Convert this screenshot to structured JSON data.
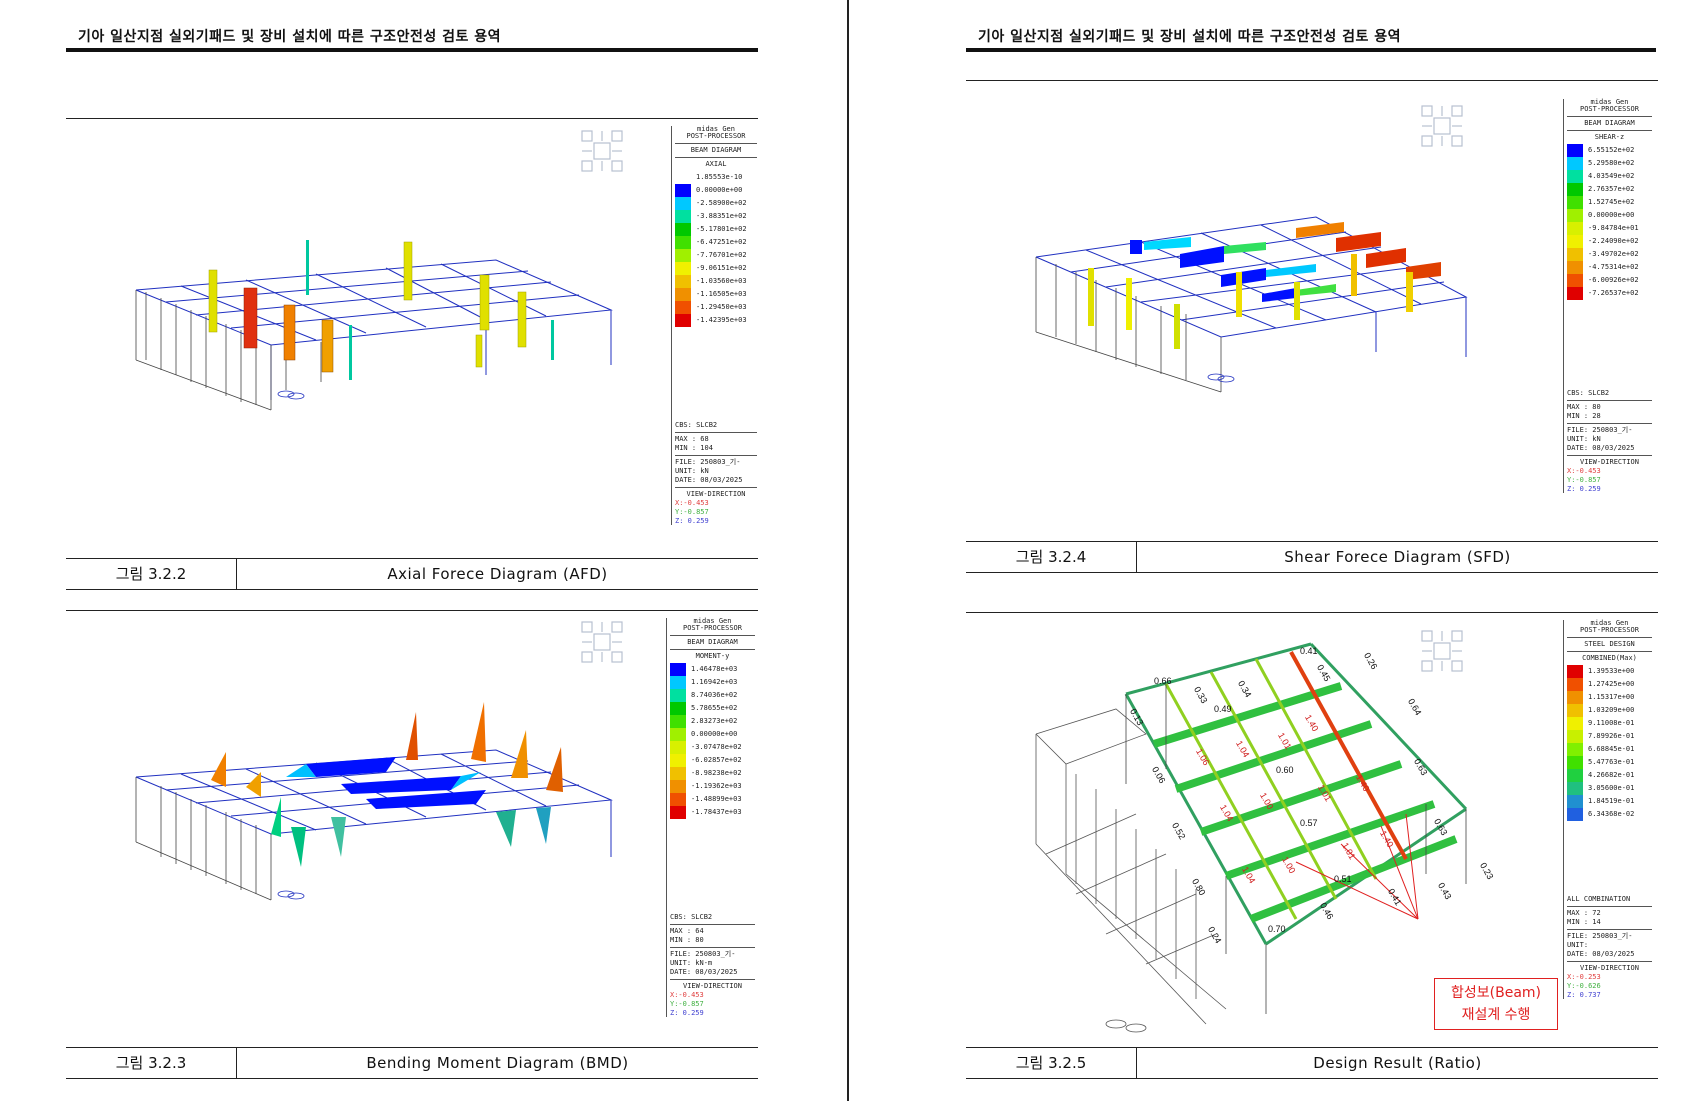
{
  "left_page": {
    "header": "기아 일산지점 실외기패드 및 장비 설치에 따른 구조안전성 검토 용역",
    "figures": [
      {
        "number": "그림 3.2.2",
        "title": "Axial Forece Diagram (AFD)",
        "legend": {
          "program": "midas Gen",
          "processor": "POST-PROCESSOR",
          "diagram": "BEAM DIAGRAM",
          "component": "AXIAL",
          "values": [
            "1.85553e-10",
            "0.00000e+00",
            "-2.58900e+02",
            "-3.88351e+02",
            "-5.17801e+02",
            "-6.47251e+02",
            "-7.76701e+02",
            "-9.06151e+02",
            "-1.03560e+03",
            "-1.16505e+03",
            "-1.29450e+03",
            "-1.42395e+03"
          ],
          "cbs": "CBS: SLCB2",
          "max": "MAX : 68",
          "min": "MIN : 104",
          "file": "FILE: 250803_기-",
          "unit": "UNIT: kN",
          "date": "DATE: 08/03/2025",
          "view_direction": "VIEW-DIRECTION",
          "vx": "X:-0.453",
          "vy": "Y:-0.857",
          "vz": "Z: 0.259"
        }
      },
      {
        "number": "그림 3.2.3",
        "title": "Bending Moment Diagram (BMD)",
        "legend": {
          "program": "midas Gen",
          "processor": "POST-PROCESSOR",
          "diagram": "BEAM DIAGRAM",
          "component": "MOMENT-y",
          "values": [
            "1.46478e+03",
            "1.16942e+03",
            "8.74036e+02",
            "5.78655e+02",
            "2.83273e+02",
            "0.00000e+00",
            "-3.07478e+02",
            "-6.02857e+02",
            "-8.98238e+02",
            "-1.19362e+03",
            "-1.48899e+03",
            "-1.78437e+03"
          ],
          "cbs": "CBS: SLCB2",
          "max": "MAX : 64",
          "min": "MIN : 80",
          "file": "FILE: 250803_기-",
          "unit": "UNIT: kN-m",
          "date": "DATE: 08/03/2025",
          "view_direction": "VIEW-DIRECTION",
          "vx": "X:-0.453",
          "vy": "Y:-0.857",
          "vz": "Z: 0.259"
        }
      }
    ]
  },
  "right_page": {
    "header": "기아 일산지점 실외기패드 및 장비 설치에 따른 구조안전성 검토 용역",
    "figures": [
      {
        "number": "그림 3.2.4",
        "title": "Shear Forece Diagram (SFD)",
        "legend": {
          "program": "midas Gen",
          "processor": "POST-PROCESSOR",
          "diagram": "BEAM DIAGRAM",
          "component": "SHEAR-z",
          "values": [
            "6.55152e+02",
            "5.29580e+02",
            "4.03549e+02",
            "2.76357e+02",
            "1.52745e+02",
            "0.00000e+00",
            "-9.84784e+01",
            "-2.24090e+02",
            "-3.49702e+02",
            "-4.75314e+02",
            "-6.00926e+02",
            "-7.26537e+02"
          ],
          "cbs": "CBS: SLCB2",
          "max": "MAX : 80",
          "min": "MIN : 28",
          "file": "FILE: 250803_기-",
          "unit": "UNIT: kN",
          "date": "DATE: 08/03/2025",
          "view_direction": "VIEW-DIRECTION",
          "vx": "X:-0.453",
          "vy": "Y:-0.857",
          "vz": "Z: 0.259"
        }
      },
      {
        "number": "그림 3.2.5",
        "title": "Design Result (Ratio)",
        "callout": [
          "합성보(Beam)",
          "재설계 수행"
        ],
        "ratio_labels": [
          "0.41",
          "0.26",
          "0.66",
          "0.45",
          "0.33",
          "0.34",
          "0.49",
          "0.64",
          "0.13",
          "1.40",
          "1.06",
          "1.01",
          "1.04",
          "0.60",
          "0.63",
          "0.06",
          "1.01",
          "1.40",
          "1.04",
          "1.00",
          "0.57",
          "0.63",
          "0.52",
          "1.01",
          "1.40",
          "1.04",
          "1.00",
          "0.51",
          "0.43",
          "0.80",
          "0.41",
          "0.23",
          "0.24",
          "0.70",
          "0.46"
        ],
        "legend": {
          "program": "midas Gen",
          "processor": "POST-PROCESSOR",
          "diagram": "STEEL DESIGN",
          "component": "COMBINED(Max)",
          "values": [
            "1.39533e+00",
            "1.27425e+00",
            "1.15317e+00",
            "1.03209e+00",
            "9.11008e-01",
            "7.89926e-01",
            "6.68845e-01",
            "5.47763e-01",
            "4.26682e-01",
            "3.05600e-01",
            "1.84519e-01",
            "6.34368e-02"
          ],
          "cbs": "ALL COMBINATION",
          "max": "MAX : 72",
          "min": "MIN : 14",
          "file": "FILE: 250803_기-",
          "unit": "UNIT:",
          "date": "DATE: 08/03/2025",
          "view_direction": "VIEW-DIRECTION",
          "vx": "X:-0.253",
          "vy": "Y:-0.626",
          "vz": "Z: 0.737"
        }
      }
    ]
  },
  "colors": {
    "force_scale": [
      "#0000ff",
      "#00c8ff",
      "#00e0a0",
      "#00c800",
      "#40e000",
      "#a0f000",
      "#d8f000",
      "#f0f000",
      "#f0c000",
      "#f09000",
      "#f05000",
      "#e00000"
    ],
    "ratio_scale": [
      "#e00000",
      "#f05000",
      "#f09000",
      "#f0c000",
      "#f0f000",
      "#c8f000",
      "#80f000",
      "#40e000",
      "#20d040",
      "#20c080",
      "#2090d0",
      "#2060e0"
    ],
    "frame_blue": "#2030c0",
    "frame_grey": "#444444",
    "callout_red": "#e02020"
  }
}
